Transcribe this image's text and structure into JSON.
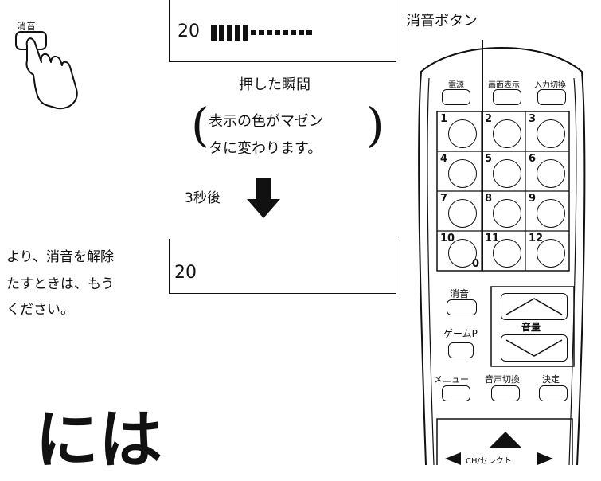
{
  "hand_icon": {
    "label": "消音"
  },
  "screen_top": {
    "volume": "20",
    "volume_full_segments": 5,
    "volume_total_segments": 13
  },
  "caption": {
    "moment": "押した瞬間",
    "note_line1": "表示の色がマゼン",
    "note_line2": "タに変わります。",
    "after": "3秒後"
  },
  "screen_bottom": {
    "volume": "20"
  },
  "left_text": {
    "line1": "より、消音を解除",
    "line2": "たすときは、もう",
    "line3": "ください。"
  },
  "big_text": "には",
  "remote": {
    "callout": "消音ボタン",
    "power": "電源",
    "display": "画面表示",
    "input": "入力切換",
    "keys": [
      "1",
      "2",
      "3",
      "4",
      "5",
      "6",
      "7",
      "8",
      "9",
      "10",
      "11",
      "12"
    ],
    "key_zero": "0",
    "mute": "消音",
    "volume": "音量",
    "gamep": "ゲームP",
    "menu": "メニュー",
    "audio": "音声切換",
    "enter": "決定",
    "ch_select": "CH/セレクト"
  }
}
